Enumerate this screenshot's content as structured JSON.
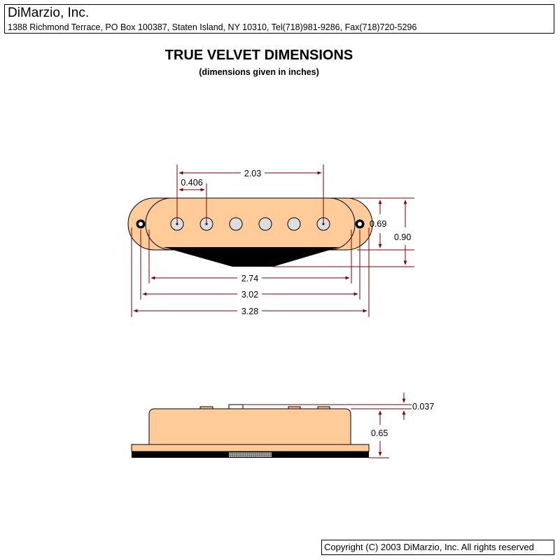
{
  "header": {
    "company": "DiMarzio, Inc.",
    "address": "1388 Richmond Terrace, PO Box 100387, Staten Island, NY 10310, Tel(718)981-9286, Fax(718)720-5296"
  },
  "title": "TRUE VELVET DIMENSIONS",
  "subtitle": "(dimensions given in inches)",
  "dimensions": {
    "pole_span": "2.03",
    "pole_spacing": "0.406",
    "cover_width": "0.69",
    "base_width": "0.90",
    "cover_length": "2.74",
    "mount_hole_spacing": "3.02",
    "overall_length": "3.28",
    "pole_height": "0.037",
    "cover_height": "0.65"
  },
  "colors": {
    "cover": "#ffcc99",
    "dimension_line": "#800000",
    "pole_piece": "#dddddd",
    "base": "#000000"
  },
  "copyright": "Copyright (C) 2003 DiMarzio, Inc. All rights reserved"
}
